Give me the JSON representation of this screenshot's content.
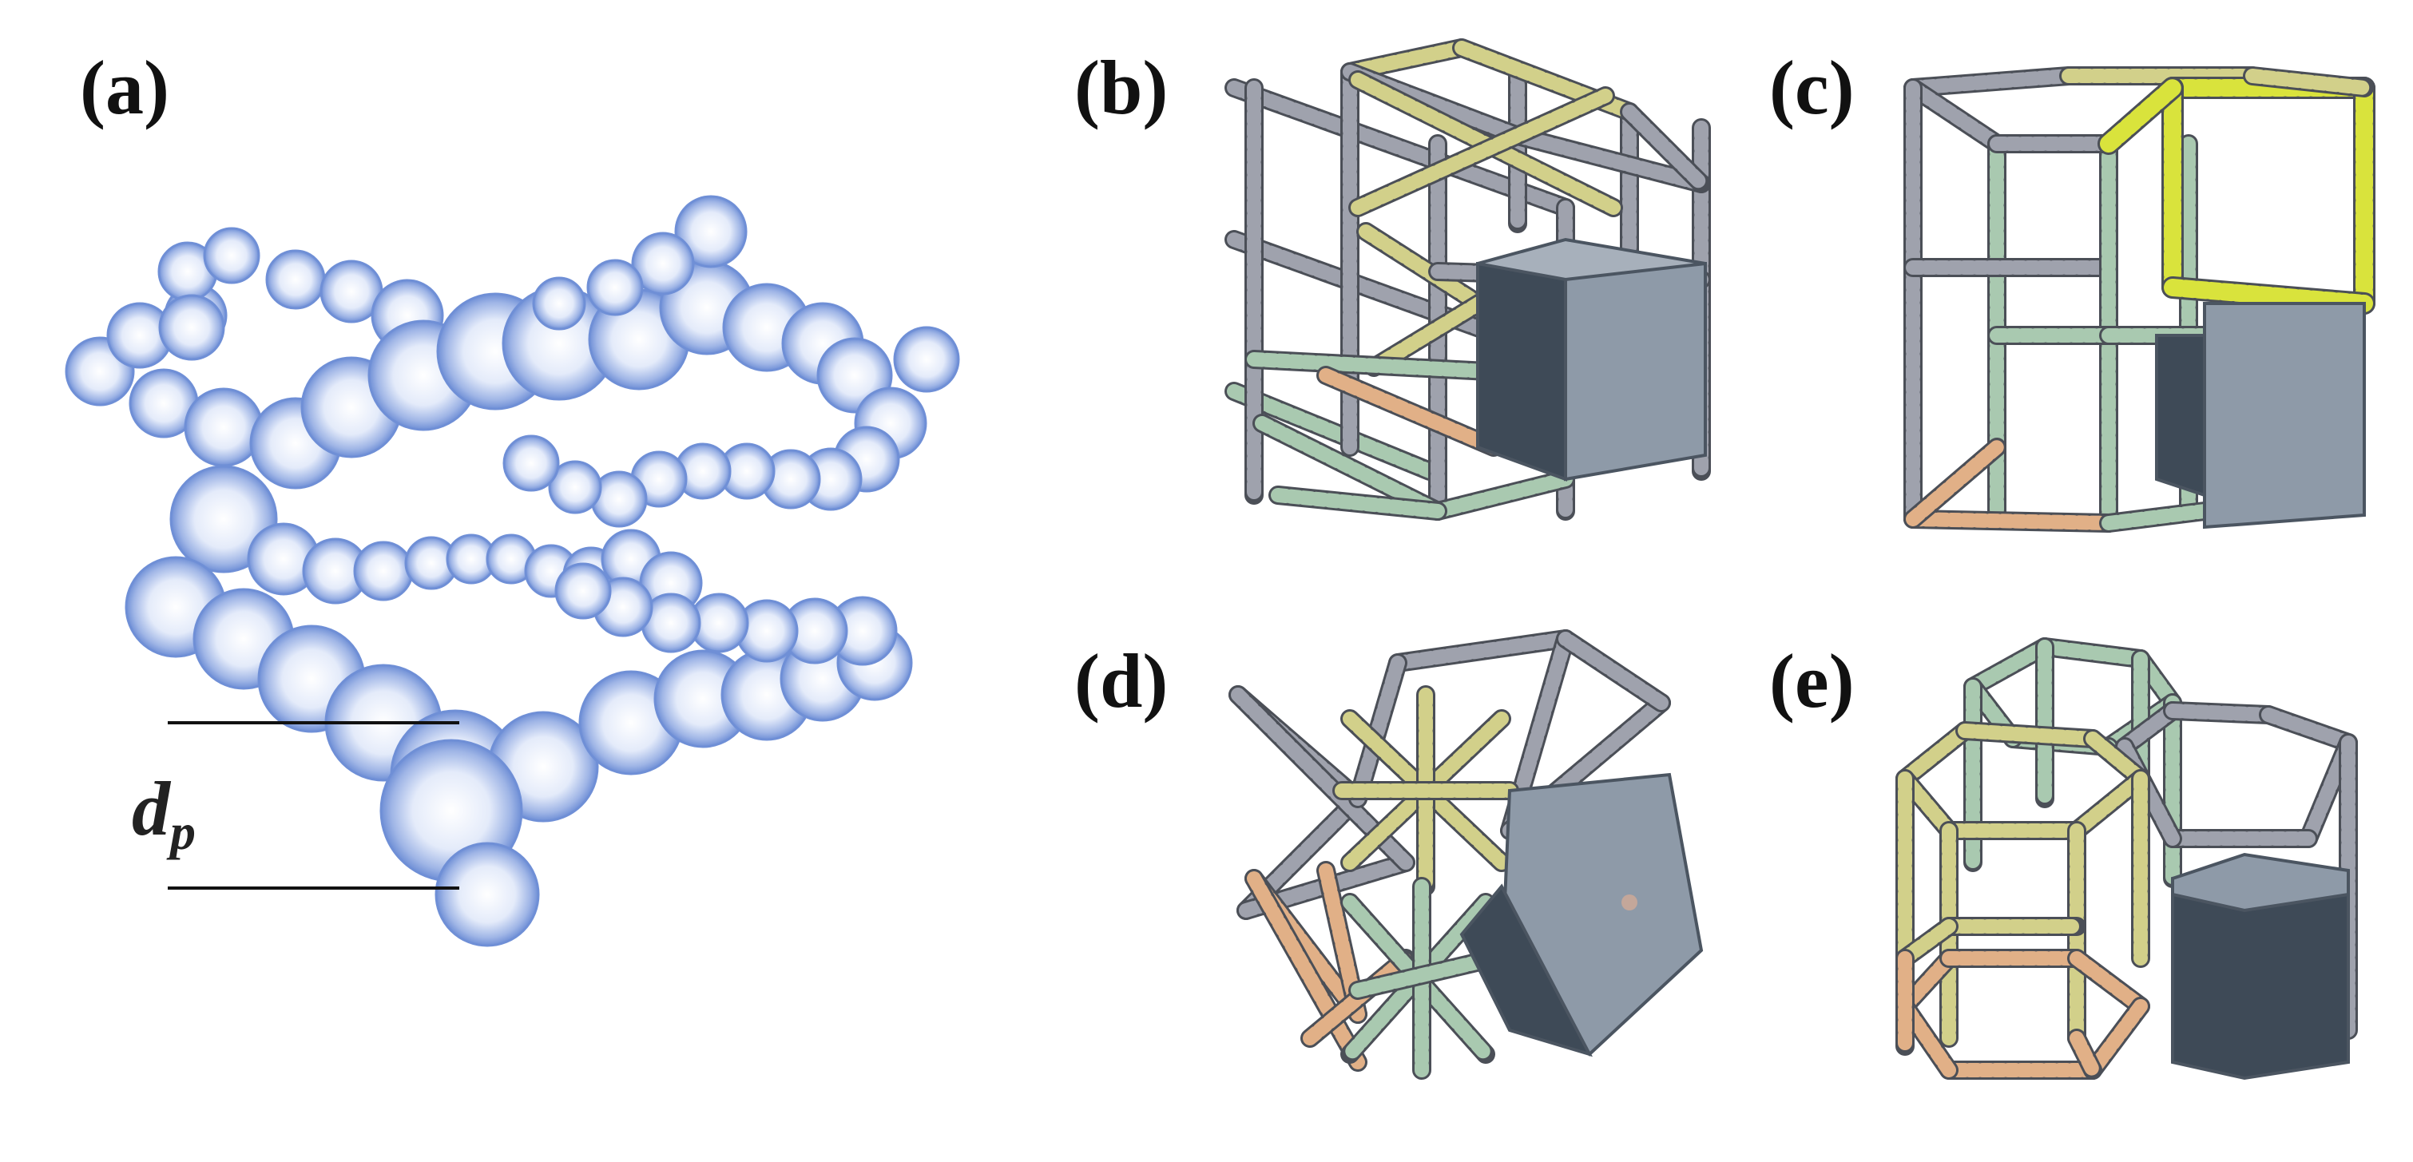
{
  "panels": {
    "a": {
      "label": "(a)",
      "dimension_label": "d",
      "dimension_subscript": "p"
    },
    "b": {
      "label": "(b)"
    },
    "c": {
      "label": "(c)"
    },
    "d": {
      "label": "(d)"
    },
    "e": {
      "label": "(e)"
    }
  },
  "colors": {
    "sphere_edge": "#6f8fd6",
    "sphere_center": "#ffffff",
    "strut_grey": "#9fa2ad",
    "strut_yellow": "#d2d08a",
    "strut_bright_yellow": "#d9e33c",
    "strut_green": "#a9c9b0",
    "strut_orange": "#e1b087",
    "solid_cell_light": "#8e9aa8",
    "solid_cell_dark": "#3e4a57"
  }
}
